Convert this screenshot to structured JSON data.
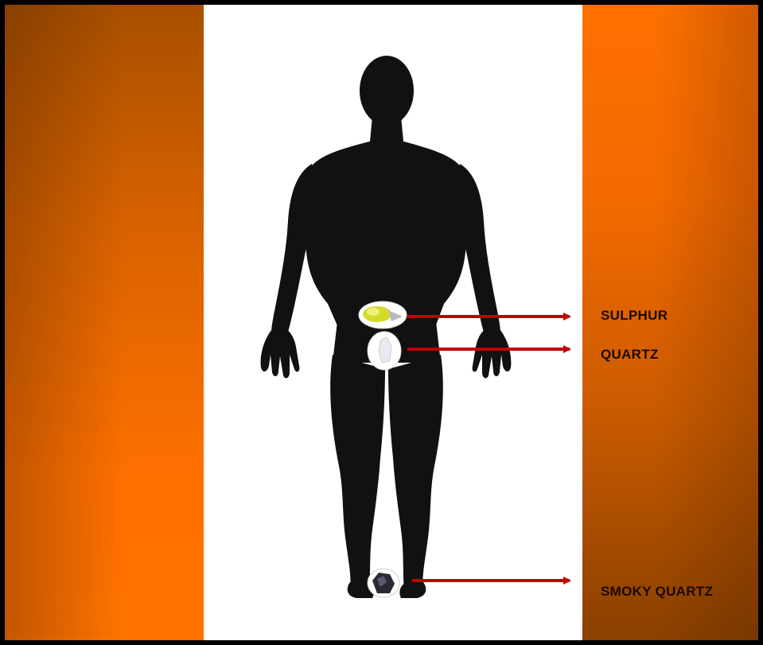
{
  "colors": {
    "silhouette": "#111111",
    "arrow": "#c00000",
    "accent_orange": "#ff7000",
    "dark_orange": "#8a4000",
    "label_text": "#1a0a00",
    "center_panel": "#ffffff"
  },
  "labels": {
    "sulphur": "SULPHUR",
    "quartz": "QUARTZ",
    "smoky_quartz": "SMOKY QUARTZ"
  }
}
